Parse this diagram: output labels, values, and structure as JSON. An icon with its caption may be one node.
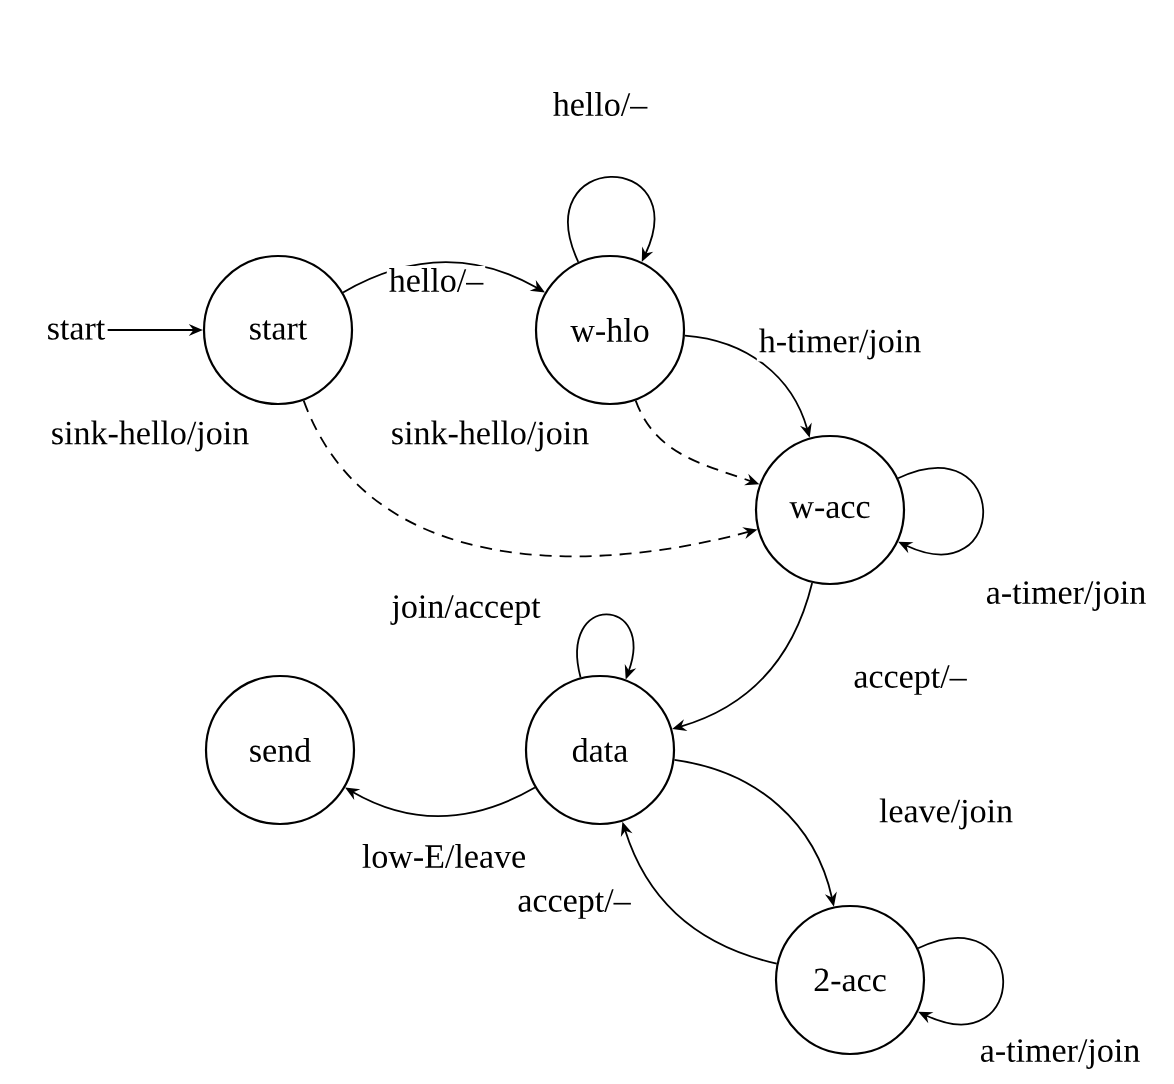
{
  "diagram": {
    "nodes": [
      {
        "text": [
          "start"
        ]
      },
      {
        "text": [
          "start"
        ]
      },
      {
        "text": [
          "w-hlo"
        ]
      },
      {
        "text": [
          "w-acc"
        ]
      },
      {
        "text": [
          "data"
        ]
      },
      {
        "text": [
          "send"
        ]
      },
      {
        "text": [
          "2-acc"
        ]
      }
    ],
    "edges": [
      {
        "from": 0,
        "to": 1,
        "arrow": "to"
      },
      {
        "from": 1,
        "to": 2,
        "arrow": "to",
        "label": "hello/–"
      },
      {
        "from": 2,
        "to": 2,
        "arrow": "to",
        "label": "hello/–"
      },
      {
        "from": 2,
        "to": 3,
        "arrow": "to",
        "label": "h-timer/join"
      },
      {
        "from": 1,
        "to": 3,
        "arrow": "to",
        "label": "sink-hello/join",
        "style": "dashed"
      },
      {
        "from": 2,
        "to": 3,
        "arrow": "to",
        "label": "sink-hello/join",
        "style": "dashed"
      },
      {
        "from": 3,
        "to": 3,
        "arrow": "to",
        "label": "a-timer/join"
      },
      {
        "from": 3,
        "to": 4,
        "arrow": "to",
        "label": "accept/–"
      },
      {
        "from": 4,
        "to": 4,
        "arrow": "to",
        "label": "join/accept"
      },
      {
        "from": 4,
        "to": 5,
        "arrow": "to",
        "label": "low-E/leave"
      },
      {
        "from": 4,
        "to": 6,
        "arrow": "to",
        "label": "leave/join"
      },
      {
        "from": 6,
        "to": 4,
        "arrow": "to",
        "label": "accept/–"
      },
      {
        "from": 6,
        "to": 6,
        "arrow": "to",
        "label": "a-timer/join"
      }
    ]
  }
}
